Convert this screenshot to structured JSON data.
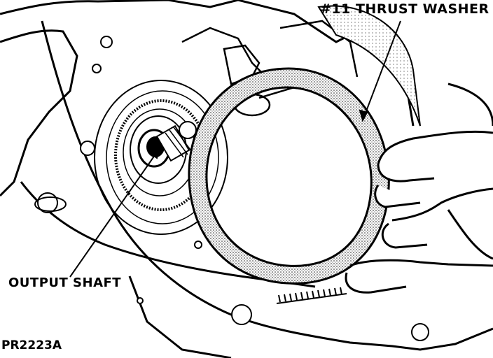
{
  "labels": {
    "thrust_washer": "#11 THRUST WASHER",
    "output_shaft": "OUTPUT SHAFT",
    "figure_code": "PR2223A"
  },
  "colors": {
    "ink": "#000000",
    "paper": "#ffffff",
    "stipple": "#9a9a9a"
  }
}
